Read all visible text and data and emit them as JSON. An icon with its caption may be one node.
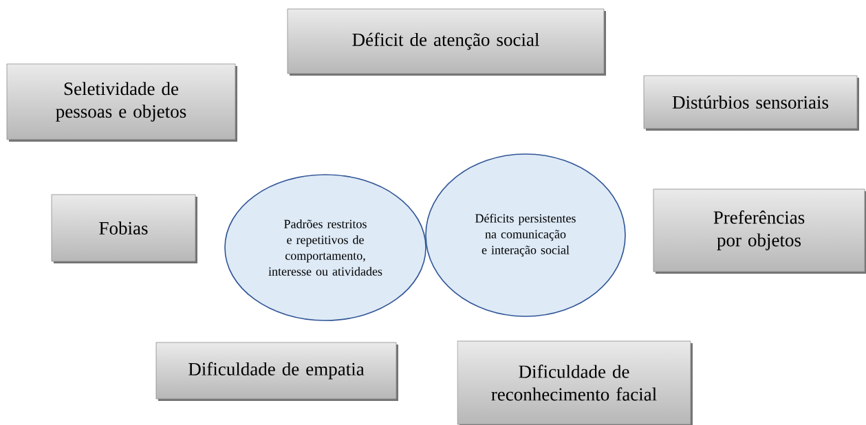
{
  "diagram": {
    "nodes": [
      {
        "text": [
          "Déficit de atenção social"
        ]
      },
      {
        "text": [
          "Seletividade de pessoas e objetos"
        ]
      },
      {
        "text": [
          "Distúrbios sensoriais"
        ]
      },
      {
        "text": [
          "Fobias"
        ]
      },
      {
        "text": [
          "Padrões restritos e repetitivos de comportamento, interesse ou atividades"
        ]
      },
      {
        "text": [
          "Déficits persistentes na comunicação e interação social"
        ]
      },
      {
        "text": [
          "Preferências por objetos"
        ]
      },
      {
        "text": [
          "Dificuldade de empatia"
        ]
      },
      {
        "text": [
          "Dificuldade de reconhecimento facial"
        ]
      }
    ]
  }
}
